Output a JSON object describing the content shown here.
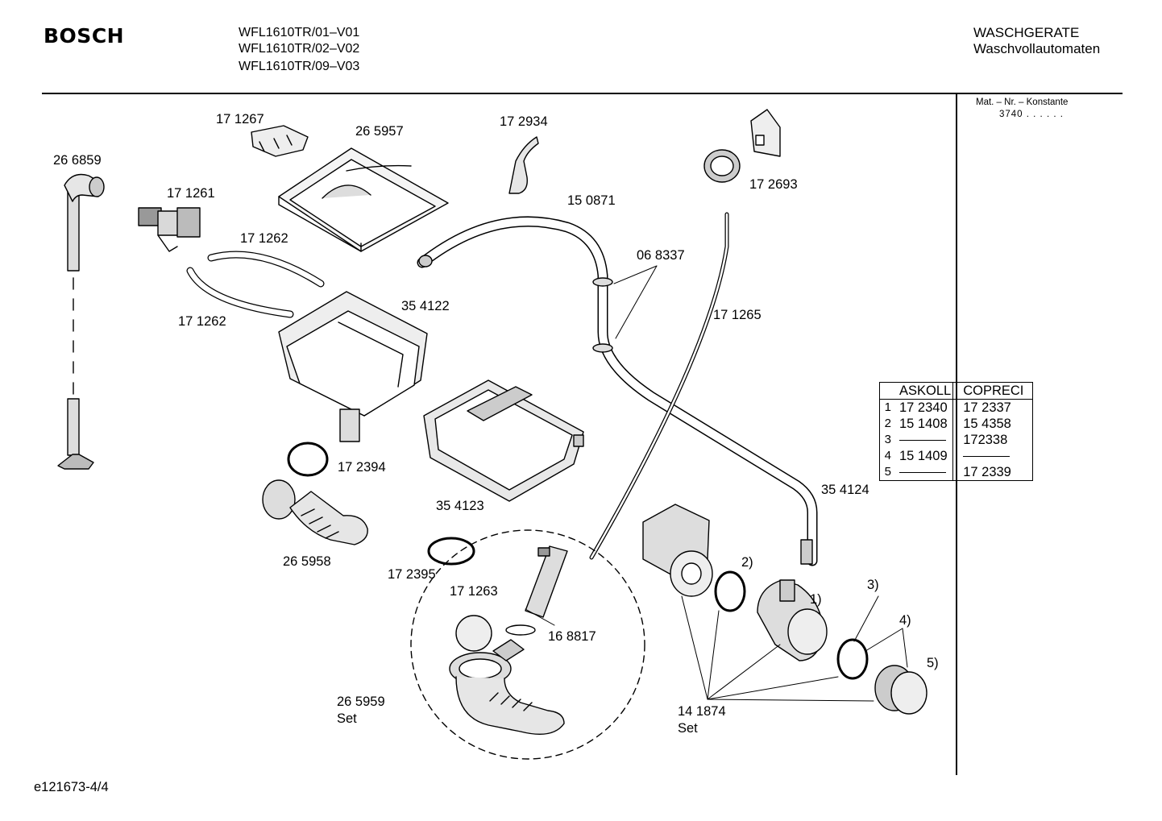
{
  "header": {
    "brand": "BOSCH",
    "models": [
      "WFL1610TR/01–V01",
      "WFL1610TR/02–V02",
      "WFL1610TR/09–V03"
    ],
    "category": "WASCHGERATE",
    "subcategory": "Waschvollautomaten"
  },
  "sidebar": {
    "mat_label": "Mat. – Nr. – Konstante",
    "mat_value": "3740 . . . . . ."
  },
  "part_labels": {
    "p266859": "26 6859",
    "p171267": "17 1267",
    "p265957": "26 5957",
    "p172934": "17 2934",
    "p171261": "17 1261",
    "p150871": "15 0871",
    "p172693": "17 2693",
    "p171262a": "17 1262",
    "p068337": "06 8337",
    "p171262b": "17 1262",
    "p354122": "35 4122",
    "p171265": "17 1265",
    "p172394": "17 2394",
    "p354123": "35 4123",
    "p354124": "35 4124",
    "p265958": "26 5958",
    "p172395": "17 2395",
    "p171263": "17 1263",
    "p168817": "16 8817",
    "p265959": "26 5959",
    "p265959set": "Set",
    "p141874": "14 1874",
    "p141874set": "Set",
    "n1": "1)",
    "n2": "2)",
    "n3": "3)",
    "n4": "4)",
    "n5": "5)"
  },
  "supplier_table": {
    "headers": [
      "ASKOLL",
      "COPRECI"
    ],
    "rows": [
      {
        "idx": "1",
        "askoll": "17 2340",
        "copreci": "17 2337"
      },
      {
        "idx": "2",
        "askoll": "15 1408",
        "copreci": "15 4358"
      },
      {
        "idx": "3",
        "askoll": "",
        "copreci": "172338"
      },
      {
        "idx": "4",
        "askoll": "15 1409",
        "copreci": ""
      },
      {
        "idx": "5",
        "askoll": "",
        "copreci": "17 2339"
      }
    ]
  },
  "footer": {
    "doc_id": "e121673-4/4"
  }
}
